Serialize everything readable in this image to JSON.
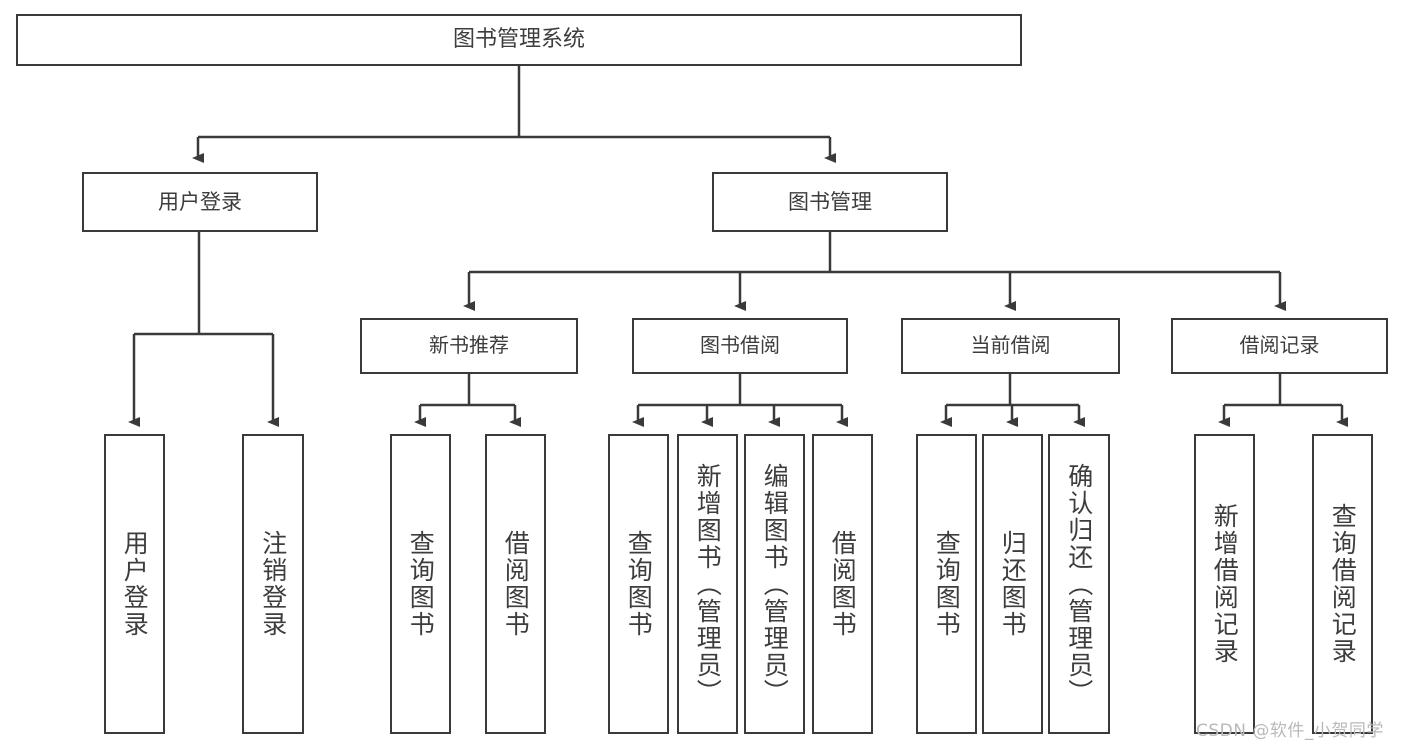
{
  "diagram": {
    "title": "图书管理系统",
    "type": "tree-hierarchy",
    "root": {
      "label": "图书管理系统"
    },
    "level1": [
      {
        "label": "用户登录"
      },
      {
        "label": "图书管理"
      }
    ],
    "level2": [
      {
        "label": "新书推荐"
      },
      {
        "label": "图书借阅"
      },
      {
        "label": "当前借阅"
      },
      {
        "label": "借阅记录"
      }
    ],
    "leaves": {
      "user_login": [
        {
          "label": "用户登录"
        },
        {
          "label": "注销登录"
        }
      ],
      "new_book_recommend": [
        {
          "label": "查询图书"
        },
        {
          "label": "借阅图书"
        }
      ],
      "book_borrow": [
        {
          "label": "查询图书"
        },
        {
          "label": "新增图书（管理员）"
        },
        {
          "label": "编辑图书（管理员）"
        },
        {
          "label": "借阅图书"
        }
      ],
      "current_borrow": [
        {
          "label": "查询图书"
        },
        {
          "label": "归还图书"
        },
        {
          "label": "确认归还（管理员）"
        }
      ],
      "borrow_record": [
        {
          "label": "新增借阅记录"
        },
        {
          "label": "查询借阅记录"
        }
      ]
    }
  },
  "watermark": {
    "text": "CSDN @软件_小贺同学"
  },
  "colors": {
    "stroke": "#3a3a3a",
    "text": "#3d3d3d",
    "background": "#ffffff",
    "watermark": "#b9b9b9"
  }
}
